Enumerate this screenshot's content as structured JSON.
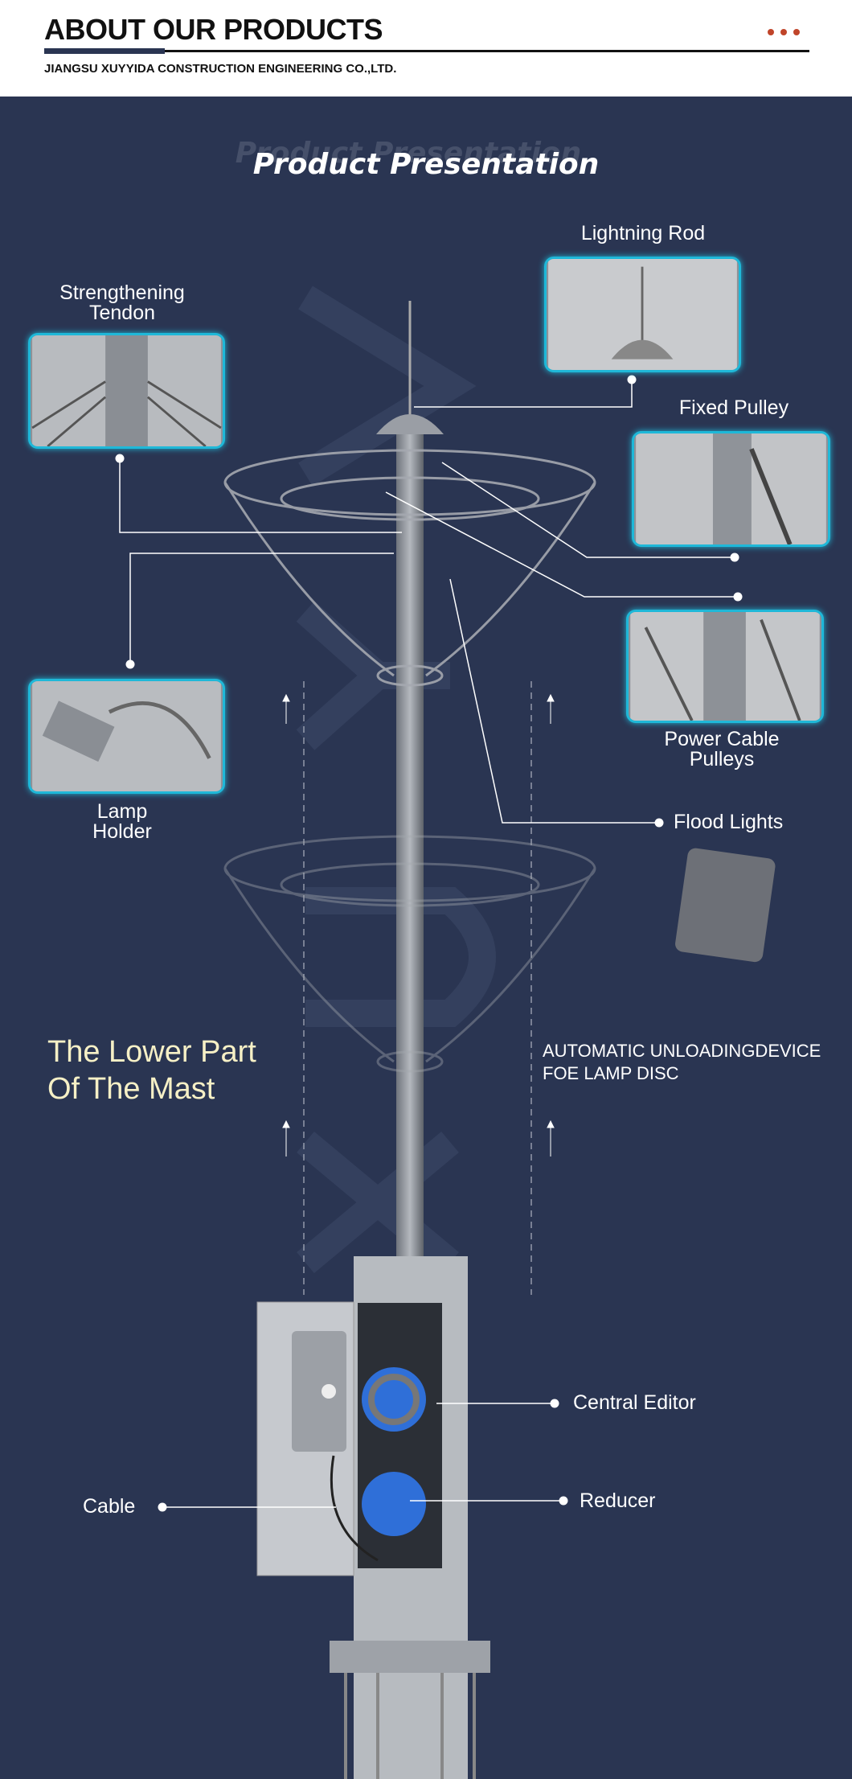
{
  "header": {
    "title": "ABOUT OUR PRODUCTS",
    "subtitle": "JIANGSU XUYYIDA CONSTRUCTION ENGINEERING CO.,LTD.",
    "accent": "#c0452a"
  },
  "main": {
    "background": "#2a3552",
    "heading": "Product Presentation",
    "watermark": "XUYYIDA",
    "callouts": {
      "lightning_rod": "Lightning Rod",
      "strengthening_tendon": [
        "Strengthening",
        "Tendon"
      ],
      "fixed_pulley": "Fixed Pulley",
      "power_cable_pulleys": [
        "Power Cable",
        "Pulleys"
      ],
      "lamp_holder": [
        "Lamp",
        "Holder"
      ],
      "flood_lights": "Flood Lights",
      "central_editor": "Central Editor",
      "reducer": "Reducer",
      "cable": "Cable"
    },
    "lower_part": [
      "The Lower Part",
      "Of The Mast"
    ],
    "automatic": [
      "AUTOMATIC UNLOADINGDEVICE",
      "FOE LAMP DISC"
    ]
  }
}
